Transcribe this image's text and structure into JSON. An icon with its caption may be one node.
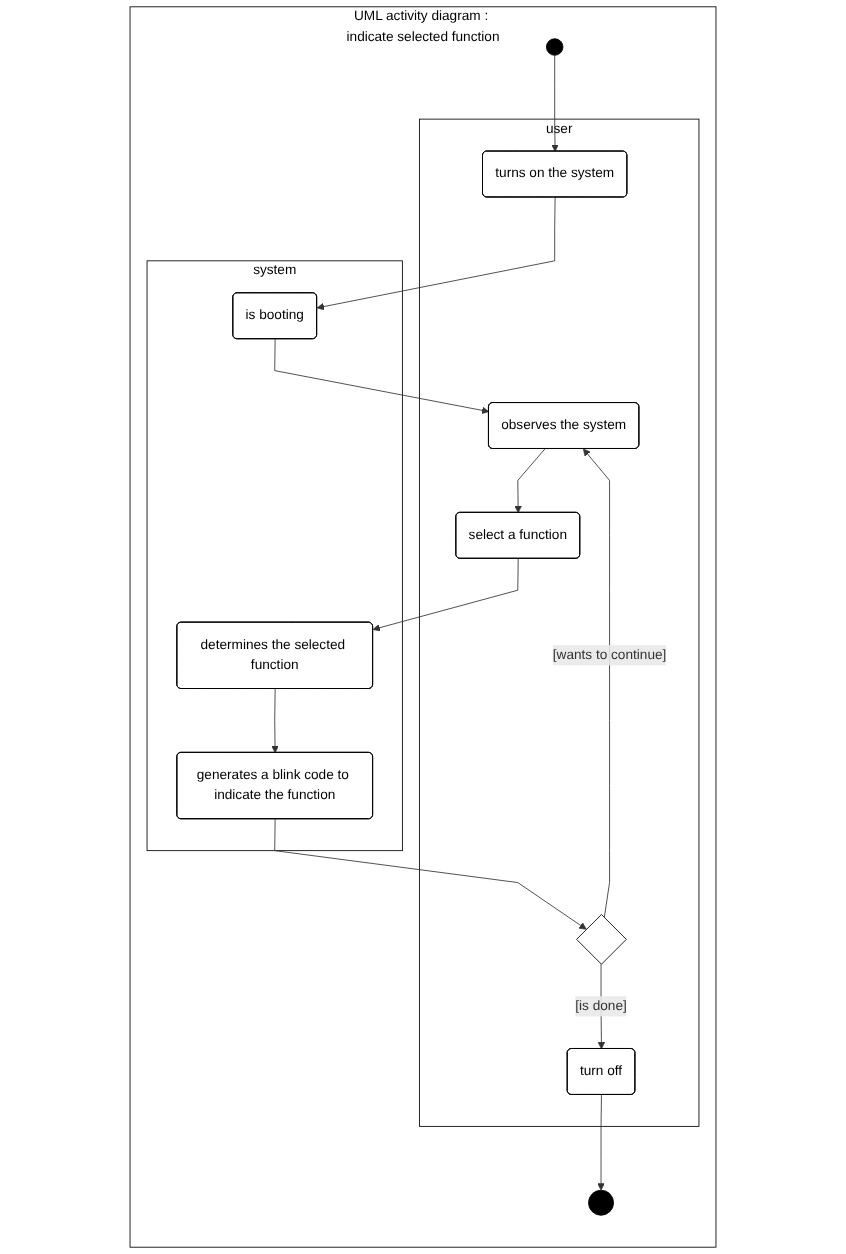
{
  "diagram": {
    "nodes": [
      {
        "text": [
          "UML activity diagram : indicate selected function"
        ]
      },
      {
        "text": [
          "user"
        ],
        "in": 0
      },
      {
        "text": [
          "system"
        ],
        "in": 0
      },
      {
        "text": [],
        "shape": "circle",
        "in": 0
      },
      {
        "text": [
          "turns on the system"
        ],
        "in": 1
      },
      {
        "text": [
          "is booting"
        ],
        "in": 2
      },
      {
        "text": [
          "observes the system"
        ],
        "in": 1
      },
      {
        "text": [
          "select a function"
        ],
        "in": 1
      },
      {
        "text": [
          "determines the selected function"
        ],
        "in": 2
      },
      {
        "text": [
          "generates a blink code to indicate the function"
        ],
        "in": 2
      },
      {
        "text": [],
        "shape": "diamond",
        "in": 1
      },
      {
        "text": [
          "turn off"
        ],
        "in": 1
      },
      {
        "text": [],
        "shape": "circle",
        "in": 0
      }
    ],
    "edges": [
      {
        "from": 3,
        "to": 4,
        "arrow": "to"
      },
      {
        "from": 4,
        "to": 5,
        "arrow": "to"
      },
      {
        "from": 5,
        "to": 6,
        "arrow": "to"
      },
      {
        "from": 6,
        "to": 7,
        "arrow": "to"
      },
      {
        "from": 7,
        "to": 8,
        "arrow": "to"
      },
      {
        "from": 8,
        "to": 9,
        "arrow": "to"
      },
      {
        "from": 9,
        "to": 10,
        "arrow": "to"
      },
      {
        "from": 10,
        "to": 6,
        "arrow": "to",
        "label": "[wants to continue]"
      },
      {
        "from": 10,
        "to": 11,
        "arrow": "to",
        "label": "[is done]"
      },
      {
        "from": 11,
        "to": 12,
        "arrow": "to"
      }
    ]
  }
}
